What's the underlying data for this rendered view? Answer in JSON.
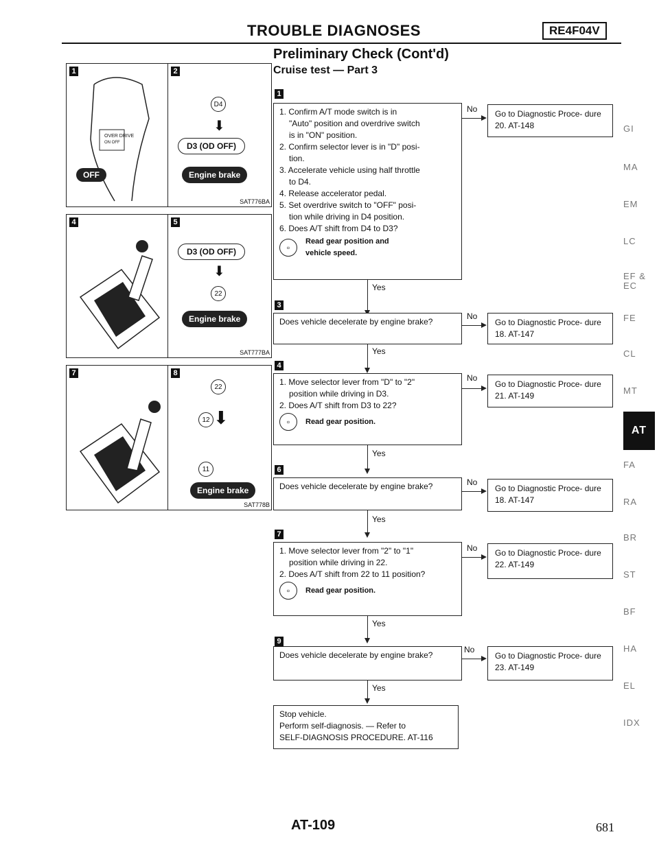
{
  "header": {
    "title": "TROUBLE DIAGNOSES",
    "code": "RE4F04V",
    "subtitle": "Preliminary Check (Cont'd)",
    "section": "Cruise test — Part 3"
  },
  "panels": {
    "p1": {
      "badges": "1",
      "switch_label": "OVER DRIVE",
      "switch_states": "ON   OFF",
      "off_label": "OFF"
    },
    "p23": {
      "badges": "2 3",
      "gear": "D4",
      "mode": "D3 (OD OFF)",
      "brake": "Engine brake",
      "caption": "SAT776BA"
    },
    "p4": {
      "badges": "4"
    },
    "p56": {
      "badges": "5 6",
      "mode": "D3 (OD OFF)",
      "gear": "22",
      "brake": "Engine brake",
      "caption": "SAT777BA"
    },
    "p7": {
      "badges": "7"
    },
    "p89": {
      "badges": "8 9",
      "gear_a": "22",
      "gear_b": "12",
      "gear_c": "11",
      "brake": "Engine brake",
      "caption": "SAT778B"
    }
  },
  "flow": {
    "step1": {
      "badges": "1 2",
      "lines": [
        "1. Confirm A/T mode switch is in",
        "\"Auto\" position and overdrive switch",
        "is in \"ON\" position.",
        "2. Confirm selector lever is in \"D\" posi-",
        "tion.",
        "3. Accelerate vehicle using half throttle",
        "to D4.",
        "4. Release accelerator pedal.",
        "5. Set overdrive switch to \"OFF\" posi-",
        "tion while driving in D4 position.",
        "6. Does A/T shift from D4 to D3?"
      ],
      "note": "Read gear position and vehicle speed.",
      "no": "No",
      "result": "Go to Diagnostic Proce- dure 20. AT-148",
      "yes": "Yes"
    },
    "step2": {
      "badges": "3",
      "text": "Does vehicle decelerate by engine brake?",
      "no": "No",
      "result": "Go to Diagnostic Proce- dure 18. AT-147",
      "yes": "Yes"
    },
    "step3": {
      "badges": "4 5",
      "lines": [
        "1. Move selector lever from \"D\" to \"2\"",
        "position while driving in D3.",
        "2. Does A/T shift from D3 to 22?"
      ],
      "note": "Read gear position.",
      "no": "No",
      "result": "Go to Diagnostic Proce- dure 21. AT-149",
      "yes": "Yes"
    },
    "step4": {
      "badges": "6",
      "text": "Does vehicle decelerate by engine brake?",
      "no": "No",
      "result": "Go to Diagnostic Proce- dure 18. AT-147",
      "yes": "Yes"
    },
    "step5": {
      "badges": "7 8",
      "lines": [
        "1. Move selector lever from \"2\" to \"1\"",
        "position while driving in 22.",
        "2. Does A/T shift from 22 to 11 position?"
      ],
      "note": "Read gear position.",
      "no": "No",
      "result": "Go to Diagnostic Proce- dure 22. AT-149",
      "yes": "Yes"
    },
    "step6": {
      "badges": "9",
      "text": "Does vehicle decelerate by engine brake?",
      "no": "No",
      "result": "Go to Diagnostic Proce- dure 23. AT-149",
      "yes": "Yes"
    },
    "final": {
      "lines": [
        "Stop vehicle.",
        "Perform self-diagnosis. — Refer to",
        "SELF-DIAGNOSIS PROCEDURE. AT-116"
      ]
    }
  },
  "side_tabs": [
    "GI",
    "MA",
    "EM",
    "LC",
    "EF & EC",
    "FE",
    "CL",
    "MT",
    "AT",
    "FA",
    "RA",
    "BR",
    "ST",
    "BF",
    "HA",
    "EL",
    "IDX"
  ],
  "active_tab": "AT",
  "footer": {
    "page_label": "AT-109",
    "page_number": "681"
  }
}
